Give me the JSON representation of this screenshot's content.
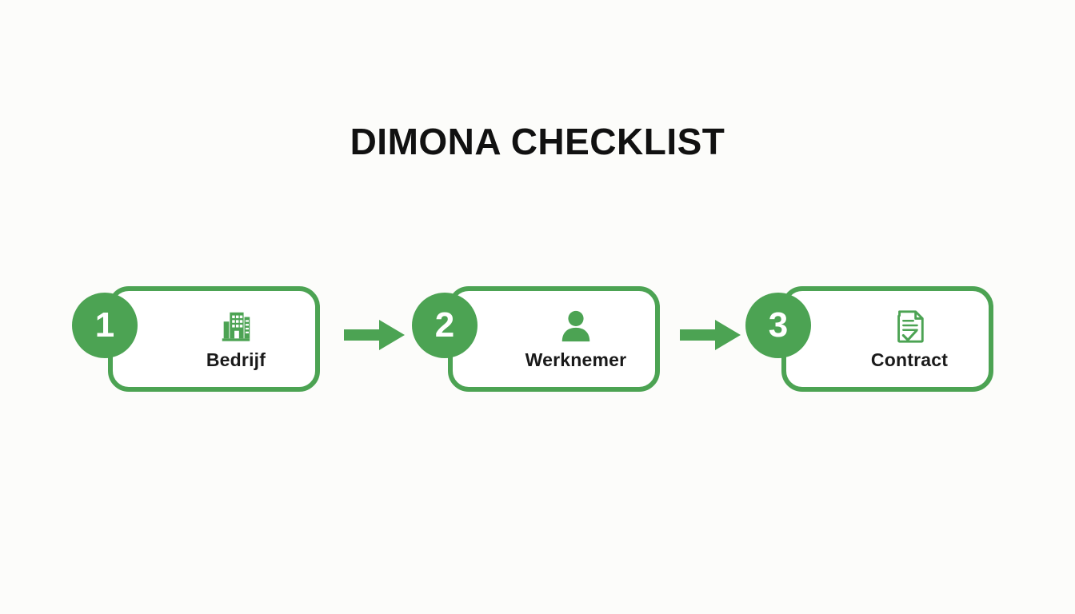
{
  "page": {
    "title": "DIMONA CHECKLIST",
    "background_color": "#fcfcfa",
    "accent_color": "#4ca353",
    "text_color": "#111111"
  },
  "flow": {
    "type": "horizontal-step-flow",
    "step_count": 3,
    "steps": [
      {
        "number": "1",
        "label": "Bedrijf",
        "icon": "building-icon"
      },
      {
        "number": "2",
        "label": "Werknemer",
        "icon": "person-icon"
      },
      {
        "number": "3",
        "label": "Contract",
        "icon": "document-check-icon"
      }
    ],
    "connectors": [
      {
        "icon": "arrow-right-icon"
      },
      {
        "icon": "arrow-right-icon"
      }
    ]
  }
}
